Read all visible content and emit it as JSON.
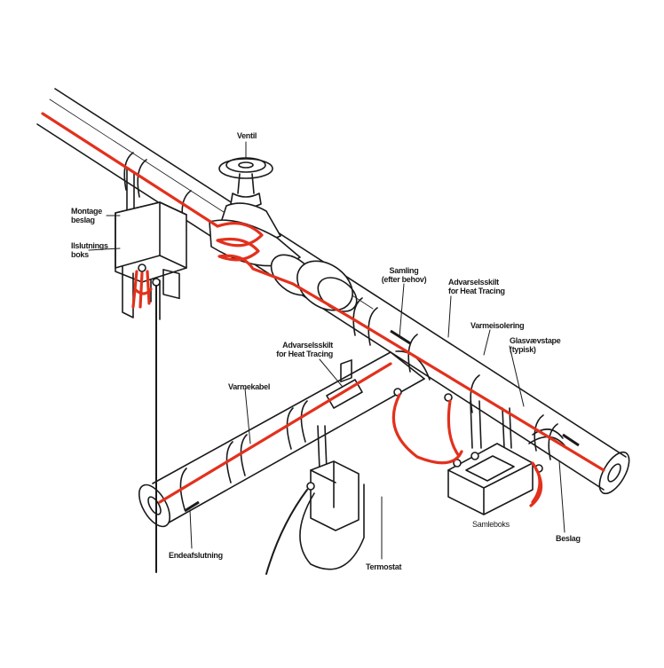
{
  "colors": {
    "cable": "#e2311d",
    "line": "#1a1a1a",
    "pipe_fill": "#ffffff"
  },
  "labels": {
    "ventil": "Ventil",
    "montage_beslag": [
      "Montage",
      "beslag"
    ],
    "tilslutningsboks": [
      "Ilslutnings",
      "boks"
    ],
    "samling": [
      "Samling",
      "(efter behov)"
    ],
    "advarselsskilt_top": [
      "Advarselsskilt",
      "for Heat Tracing"
    ],
    "varmeisolering": "Varmeisolering",
    "glasvaevstape": [
      "Glasvævstape",
      "(typisk)"
    ],
    "advarselsskilt_left": [
      "Advarselsskilt",
      "for Heat Tracing"
    ],
    "varmekabel": "Varmekabel",
    "endeafslutning": "Endeafslutning",
    "termostat": "Termostat",
    "samleboks": "Samleboks",
    "beslag": "Beslag"
  }
}
